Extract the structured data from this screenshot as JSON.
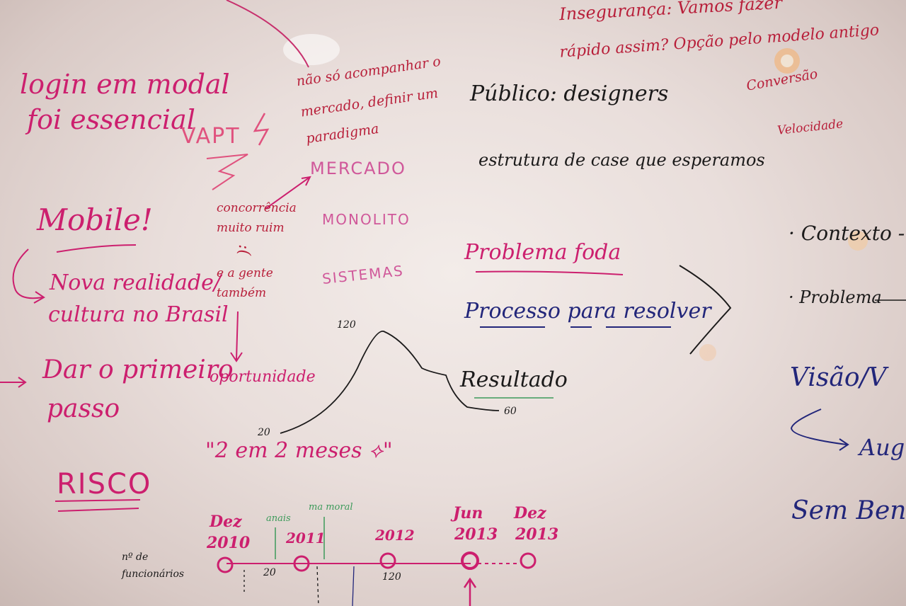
{
  "left": {
    "login_line1": "login em modal",
    "login_line2": "foi essencial",
    "mobile": "Mobile!",
    "realidade_line1": "Nova realidade/",
    "realidade_line2": "cultura no Brasil",
    "dar_line1": "Dar o primeiro",
    "dar_line2": "passo",
    "risco": "RISCO"
  },
  "middle": {
    "vapt": "VAPT",
    "nao_line1": "não só acompanhar o",
    "nao_line2": "mercado, definir um",
    "nao_line3": "paradigma",
    "mercado": "MERCADO",
    "conc_line1": "concorrência",
    "conc_line2": "muito ruim",
    "sad": ":(",
    "gente_line1": "e a gente",
    "gente_line2": "também",
    "oportunidade": "oportunidade",
    "monolito": "MONOLITO",
    "sistemas": "SISTEMAS",
    "mesas": "\"2 em 2 meses ⟡\""
  },
  "graph": {
    "label_120": "120",
    "label_20": "20",
    "label_60": "60"
  },
  "right": {
    "publico": "Público: designers",
    "estrutura": "estrutura de case que esperamos",
    "bullet1": "Problema foda",
    "bullet2": "Processo para resolver",
    "bullet3": "Resultado",
    "inseguranca_line1": "Insegurança: Vamos fazer",
    "inseguranca_line2": "rápido assim? Opção pelo modelo antigo",
    "conversao": "Conversão",
    "velocidade": "Velocidade",
    "contexto": "· Contexto -",
    "problema": "· Problema",
    "visao": "Visão/V",
    "augm": "Augm",
    "sem": "Sem Benc"
  },
  "timeline": {
    "label_func_line1": "nº de",
    "label_func_line2": "funcionários",
    "d1_line1": "Dez",
    "d1_line2": "2010",
    "d2": "2011",
    "d3": "2012",
    "d4_line1": "Jun",
    "d4_line2": "2013",
    "d5_line1": "Dez",
    "d5_line2": "2013",
    "annot1": "anais",
    "annot2": "ma moral",
    "n20": "20",
    "n120": "120"
  },
  "colors": {
    "pink_marker": "#cc1f6e",
    "black_marker": "#1b1a1a",
    "blue_marker": "#22267a",
    "green_marker": "#3c9a5a"
  }
}
